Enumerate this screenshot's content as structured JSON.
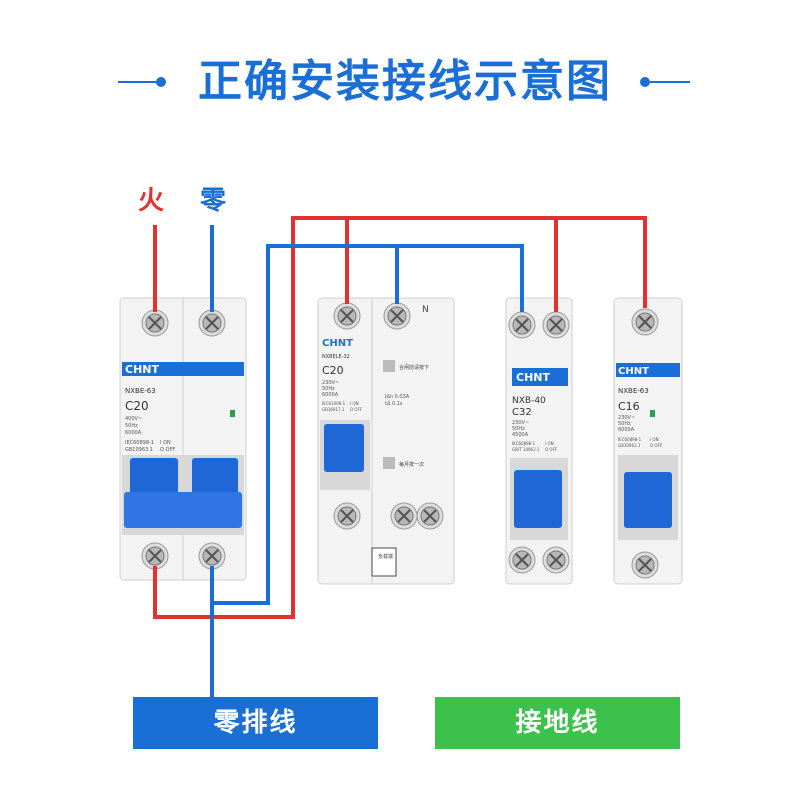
{
  "title": "正确安装接线示意图",
  "labels": {
    "live": "火",
    "neutral": "零"
  },
  "bars": {
    "neutral_bar": "零排线",
    "ground_bar": "接地线"
  },
  "colors": {
    "live": "#e53030",
    "neutral": "#1a6fd6",
    "ground_bar": "#3cc24c",
    "title": "#1a6fd6"
  },
  "breakers": [
    {
      "brand": "CHNT",
      "model": "NXBE-63",
      "rating": "C20",
      "specs": [
        "400V~",
        "50Hz",
        "6000A"
      ],
      "standards": [
        "IEC60898-1",
        "GB10963.1"
      ],
      "onoff": [
        "I ON",
        "O OFF"
      ]
    },
    {
      "brand": "CHNT",
      "model": "NXBELE-32",
      "rating": "C20",
      "specs": [
        "230V~",
        "50Hz",
        "6000A"
      ],
      "standards": [
        "IEC61009-1",
        "GB16917.1"
      ],
      "onoff": [
        "I ON",
        "O OFF"
      ],
      "n_label": "N",
      "test_label": "合闸前请按下",
      "trip_spec": [
        "IΔn 0.03A",
        "tΔ 0.1s"
      ],
      "monthly_label": "每月按一次",
      "load_label": "负载端"
    },
    {
      "brand": "CHNT",
      "model": "NXB-40",
      "rating": "C32",
      "specs": [
        "230V~",
        "50Hz",
        "4500A"
      ],
      "standards": [
        "IEC60898-1",
        "GB/T 10963.1"
      ],
      "onoff": [
        "I ON",
        "O OFF"
      ]
    },
    {
      "brand": "CHNT",
      "model": "NXBE-63",
      "rating": "C16",
      "specs": [
        "230V~",
        "50Hz",
        "6000A"
      ],
      "standards": [
        "IEC60898-1",
        "GB10963.1"
      ],
      "onoff": [
        "I ON",
        "O OFF"
      ]
    }
  ]
}
